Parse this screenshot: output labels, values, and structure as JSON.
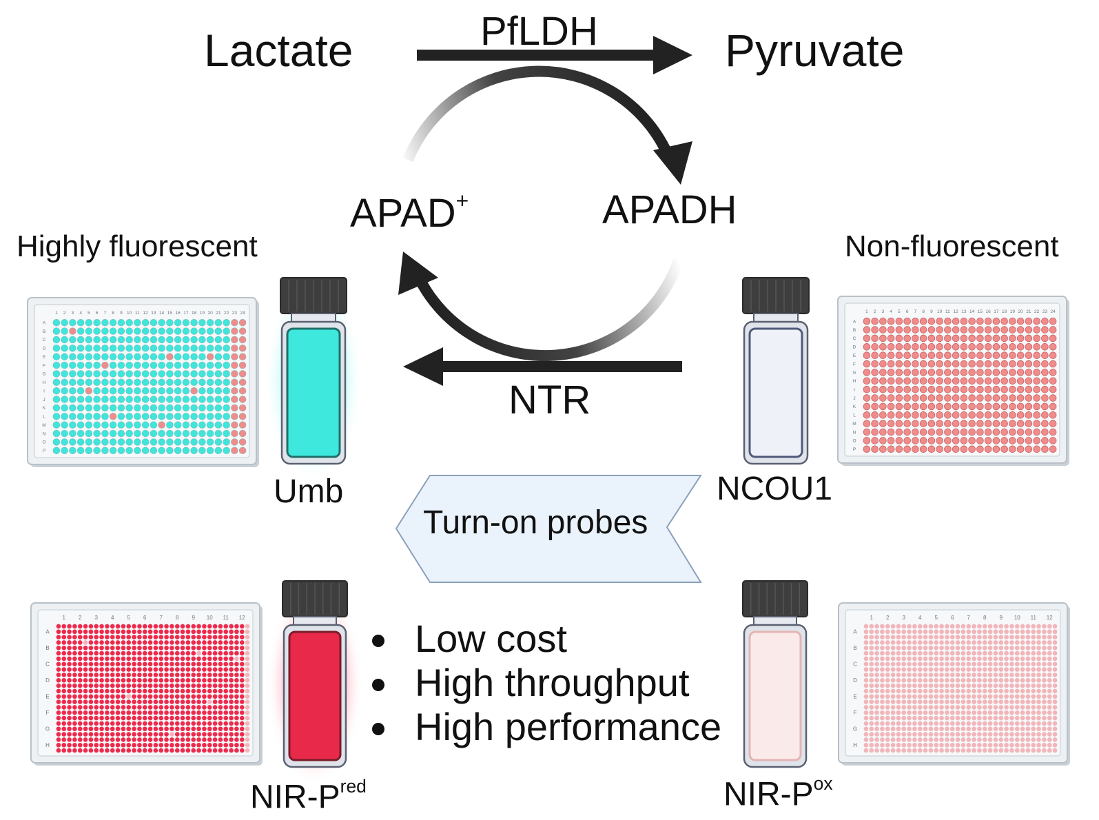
{
  "reaction": {
    "substrate": "Lactate",
    "product": "Pyruvate",
    "enzyme_top": "PfLDH",
    "cofactor_ox": "APAD",
    "cofactor_ox_charge": "+",
    "cofactor_red": "APADH",
    "enzyme_bottom": "NTR"
  },
  "left_state": "Highly fluorescent",
  "right_state": "Non-fluorescent",
  "probes_banner": "Turn-on probes",
  "vials": {
    "umb": {
      "label": "Umb",
      "color": "#3ee8dc"
    },
    "ncou1": {
      "label": "NCOU1",
      "color": "#eef1f8"
    },
    "nir_red": {
      "label": "NIR-P",
      "sup": "red",
      "color": "#e8294a"
    },
    "nir_ox": {
      "label": "NIR-P",
      "sup": "ox",
      "color": "#fbeaea"
    }
  },
  "plates": {
    "plate384_rows": [
      "A",
      "B",
      "C",
      "D",
      "E",
      "F",
      "G",
      "H",
      "I",
      "J",
      "K",
      "L",
      "M",
      "N",
      "O",
      "P"
    ],
    "plate384_cols": [
      "1",
      "2",
      "3",
      "4",
      "5",
      "6",
      "7",
      "8",
      "9",
      "10",
      "11",
      "12",
      "13",
      "14",
      "15",
      "16",
      "17",
      "18",
      "19",
      "20",
      "21",
      "22",
      "23",
      "24"
    ],
    "plate96_rows": [
      "A",
      "B",
      "C",
      "D",
      "E",
      "F",
      "G",
      "H"
    ],
    "plate96_cols": [
      "1",
      "2",
      "3",
      "4",
      "5",
      "6",
      "7",
      "8",
      "9",
      "10",
      "11",
      "12"
    ],
    "cyan": "#3ee6dc",
    "salmon": "#f08c8c",
    "red": "#ee2a4c",
    "pink": "#f2b5b9"
  },
  "benefits": [
    "Low cost",
    "High throughput",
    "High performance"
  ]
}
